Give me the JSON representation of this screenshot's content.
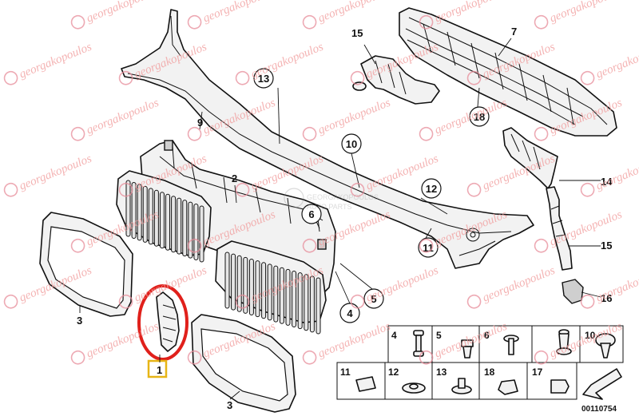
{
  "callouts": {
    "c1": "1",
    "c2": "2",
    "c3a": "3",
    "c3b": "3",
    "c4": "4",
    "c5": "5",
    "c6": "6",
    "c7": "7",
    "c9": "9",
    "c10": "10",
    "c11": "11",
    "c12": "12",
    "c13": "13",
    "c14": "14",
    "c15a": "15",
    "c15b": "15",
    "c16": "16",
    "c18": "18"
  },
  "fastener_table": {
    "row1": [
      "4",
      "5",
      "6",
      "10"
    ],
    "row2": [
      "11",
      "12",
      "13",
      "18",
      "17"
    ]
  },
  "diagram_code": "00110754",
  "watermark": {
    "text": "georgakopoulos",
    "faint_logo_text_1": "GEORGAKOPOULOS",
    "faint_logo_text_2": "AUTO PARTS"
  },
  "colors": {
    "highlight_circle": "#e0201b",
    "highlight_box": "#e7b516",
    "watermark": "#f19a9a"
  }
}
